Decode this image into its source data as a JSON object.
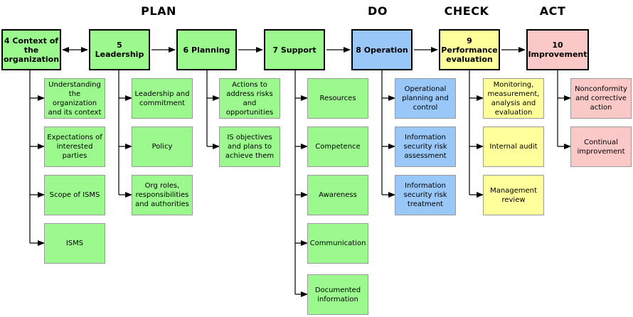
{
  "colors": {
    "plan": "#9cf98e",
    "do": "#99c7f7",
    "check": "#ffff9c",
    "act": "#fbc8c8"
  },
  "phases": {
    "plan": "PLAN",
    "do": "DO",
    "check": "CHECK",
    "act": "ACT"
  },
  "clauses": {
    "context": {
      "title": "4 Context of\nthe\norganization",
      "items": [
        "Understanding\nthe organization\nand its context",
        "Expectations of\ninterested\nparties",
        "Scope of ISMS",
        "ISMS"
      ]
    },
    "leadership": {
      "title": "5 Leadership",
      "items": [
        "Leadership and\ncommitment",
        "Policy",
        "Org roles,\nresponsibilities\nand authorities"
      ]
    },
    "planning": {
      "title": "6 Planning",
      "items": [
        "Actions to\naddress risks\nand\nopportunities",
        "IS objectives\nand plans to\nachieve them"
      ]
    },
    "support": {
      "title": "7 Support",
      "items": [
        "Resources",
        "Competence",
        "Awareness",
        "Communication",
        "Documented\ninformation"
      ]
    },
    "operation": {
      "title": "8 Operation",
      "items": [
        "Operational\nplanning and\ncontrol",
        "Information\nsecurity risk\nassessment",
        "Information\nsecurity risk\ntreatment"
      ]
    },
    "performance": {
      "title": "9\nPerformance\nevaluation",
      "items": [
        "Monitoring,\nmeasurement,\nanalysis and\nevaluation",
        "Internal audit",
        "Management\nreview"
      ]
    },
    "improvement": {
      "title": "10\nImprovement",
      "items": [
        "Nonconformity\nand corrective\naction",
        "Continual\nimprovement"
      ]
    }
  }
}
